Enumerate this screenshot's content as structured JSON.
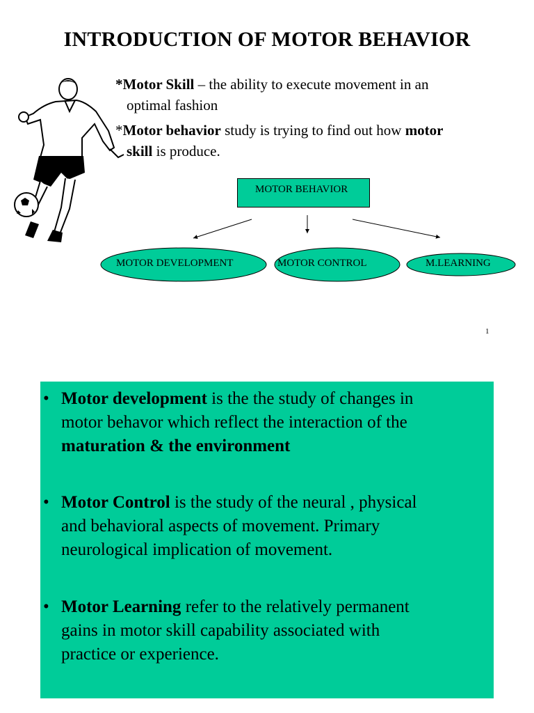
{
  "slide1": {
    "title": "INTRODUCTION OF MOTOR BEHAVIOR",
    "bullets": [
      {
        "prefix": "*",
        "term": "Motor Skill",
        "rest_line1": " – the ability to execute movement in an",
        "line2": "optimal fashion"
      },
      {
        "prefix": "*",
        "term": "Motor behavior",
        "mid": " study is trying to find out how ",
        "term2": "motor",
        "line2_term": "skill",
        "line2_rest": " is produce."
      }
    ],
    "diagram": {
      "root": "MOTOR BEHAVIOR",
      "children": [
        "MOTOR DEVELOPMENT",
        "MOTOR CONTROL",
        "M.LEARNING"
      ]
    },
    "page_number": "1",
    "colors": {
      "accent": "#00cc99"
    }
  },
  "slide2": {
    "items": [
      {
        "term": "Motor development",
        "lines": [
          " is the the study of changes in",
          "motor behavor which reflect the interaction of the"
        ],
        "bold_tail": "maturation & the environment"
      },
      {
        "term": "Motor Control",
        "lines": [
          " is the study of the neural , physical",
          "and behavioral aspects of movement. Primary",
          "neurological implication of movement."
        ]
      },
      {
        "term": "Motor Learning",
        "lines": [
          " refer to the relatively permanent",
          "gains in motor skill capability associated with",
          "practice or experience."
        ]
      }
    ],
    "bullet_char": "•"
  }
}
